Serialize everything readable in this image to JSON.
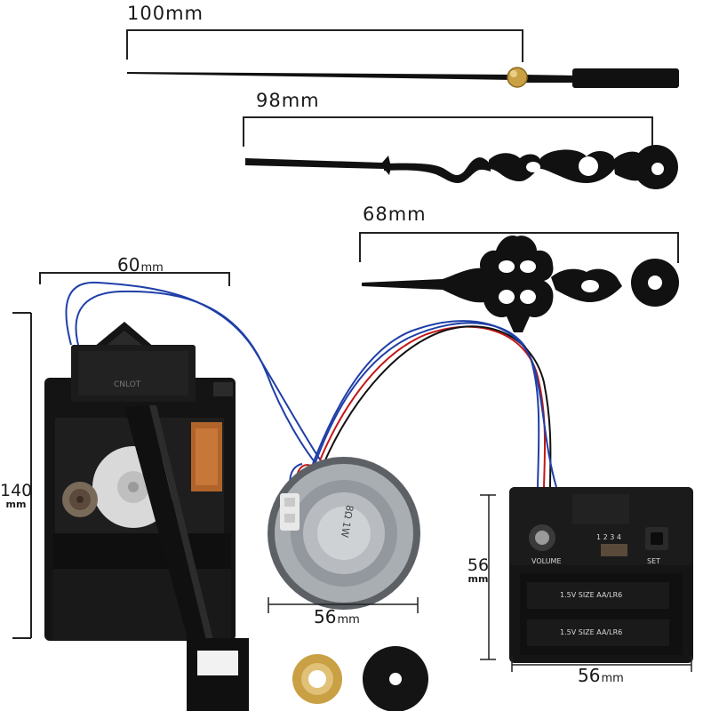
{
  "measurements": {
    "hand_long": "100mm",
    "hand_medium": "98mm",
    "hand_short": "68mm",
    "movement_width": {
      "value": "60",
      "unit": "mm"
    },
    "movement_height": {
      "value": "140",
      "unit": "mm"
    },
    "speaker_diameter": {
      "value": "56",
      "unit": "mm"
    },
    "module_height": {
      "value": "56",
      "unit": "mm"
    },
    "module_width": {
      "value": "56",
      "unit": "mm"
    }
  },
  "module_labels": {
    "volume": "VOLUME",
    "set": "SET",
    "switch_numbers": "1 2 3 4",
    "battery_1": "1.5V SIZE AA/LR6",
    "battery_2": "1.5V SIZE AA/LR6"
  },
  "speaker_label": "8Ω 1W",
  "movement_brand": "CNLOT",
  "colors": {
    "background": "#ffffff",
    "plastic": "#141414",
    "wire_blue": "#1f3fa8",
    "wire_red": "#c21818",
    "wire_black": "#111111",
    "brass": "#c9a043",
    "speaker_silver": "#a9aeb3",
    "copper_coil": "#b0642a"
  }
}
